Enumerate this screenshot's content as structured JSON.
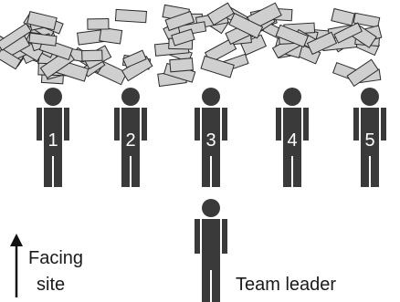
{
  "people": [
    {
      "number": "1"
    },
    {
      "number": "2"
    },
    {
      "number": "3"
    },
    {
      "number": "4"
    },
    {
      "number": "5"
    }
  ],
  "leader": {
    "label": "Team leader"
  },
  "direction": {
    "line1": "Facing",
    "line2": "site"
  },
  "colors": {
    "figure": "#3a3a3a",
    "brick_fill": "#cfcfcf",
    "brick_stroke": "#2a2a2a",
    "number_text": "#ffffff"
  }
}
